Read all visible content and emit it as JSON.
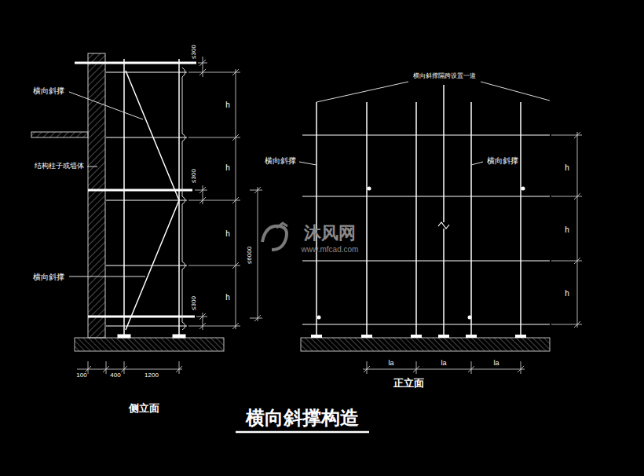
{
  "diagram": {
    "title": "横向斜撑构造",
    "labels": [
      "横向斜撑",
      "结构柱子或墙体",
      "横向斜撑",
      "≤300",
      "h",
      "h",
      "≤300",
      "h",
      "≤6000",
      "h",
      "≤300",
      "100",
      "400",
      "1200",
      "侧立面",
      "横向斜撑隔跨设置一道",
      "横向斜撑",
      "横向斜撑",
      "h",
      "h",
      "h",
      "la",
      "la",
      "la",
      "正立面",
      "沐风网",
      "www.mfcad.com"
    ]
  }
}
